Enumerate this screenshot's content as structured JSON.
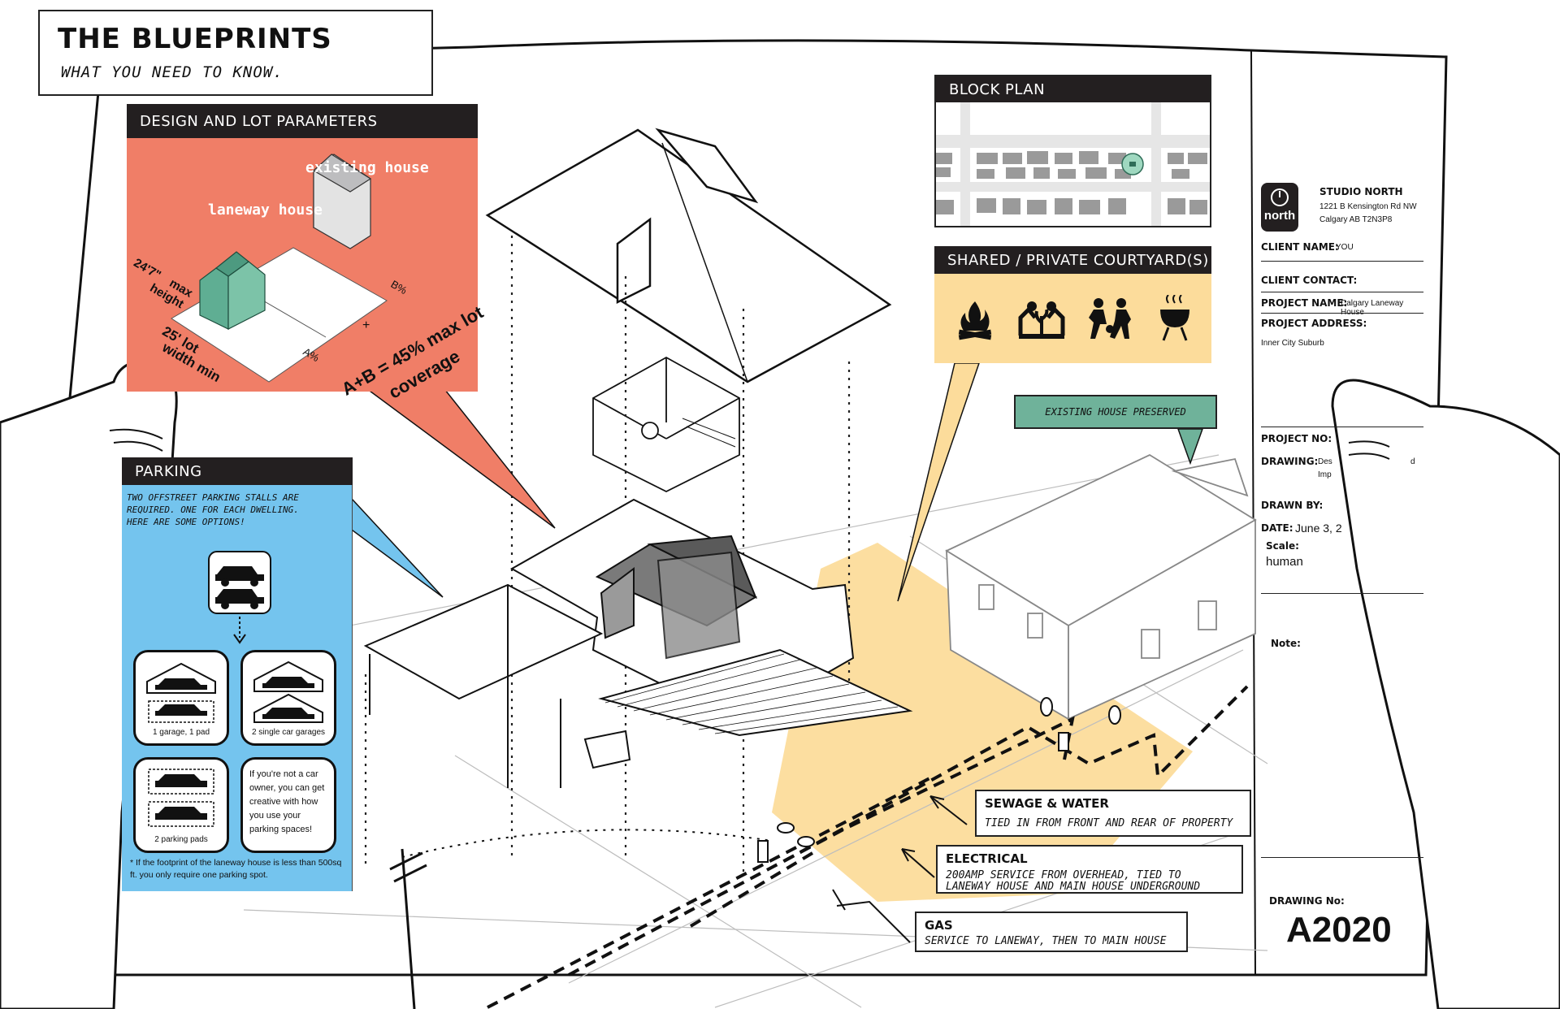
{
  "header": {
    "title": "THE BLUEPRINTS",
    "subtitle": "WHAT YOU NEED TO KNOW."
  },
  "lot_parameters": {
    "heading": "DESIGN AND LOT PARAMETERS",
    "existing_house": "existing house",
    "laneway_house": "laneway house",
    "height_value": "24'7\"",
    "height_label_1": "max",
    "height_label_2": "height",
    "width_value": "25' lot",
    "width_label": "width min",
    "area_a": "A%",
    "area_b": "B%",
    "plus": "+",
    "coverage_line_1": "A+B = 45% max lot",
    "coverage_line_2": "coverage"
  },
  "parking": {
    "heading": "PARKING",
    "intro": "TWO OFFSTREET PARKING STALLS ARE REQUIRED. ONE FOR EACH DWELLING. HERE ARE SOME OPTIONS!",
    "option_1": "1 garage, 1 pad",
    "option_2": "2 single car garages",
    "option_3": "2 parking pads",
    "tip": "If you're not a car owner, you can get creative with how you use your parking spaces!",
    "footnote": "* If the footprint of the laneway house is less than 500sq ft. you only require one parking spot."
  },
  "block_plan": {
    "heading": "BLOCK PLAN"
  },
  "courtyard": {
    "heading": "SHARED / PRIVATE COURTYARD(S)",
    "icons": [
      "campfire-icon",
      "garden-icon",
      "kids-playing-icon",
      "barbecue-icon"
    ]
  },
  "callouts": {
    "existing_house": "EXISTING HOUSE PRESERVED",
    "sewage_title": "SEWAGE & WATER",
    "sewage_text": "TIED IN FROM FRONT AND REAR OF PROPERTY",
    "electrical_title": "ELECTRICAL",
    "electrical_text_1": "200AMP SERVICE FROM OVERHEAD, TIED TO",
    "electrical_text_2": "LANEWAY HOUSE AND MAIN HOUSE UNDERGROUND",
    "gas_title": "GAS",
    "gas_text": "SERVICE TO LANEWAY, THEN TO MAIN HOUSE"
  },
  "title_block": {
    "logo_text": "north",
    "studio_name": "STUDIO NORTH",
    "address_1": "1221 B Kensington Rd NW",
    "address_2": "Calgary AB T2N3P8",
    "client_name_label": "CLIENT NAME:",
    "client_name_value": "YOU",
    "client_contact_label": "CLIENT CONTACT:",
    "project_name_label": "PROJECT NAME:",
    "project_name_value": "Calgary Laneway House",
    "project_address_label": "PROJECT ADDRESS:",
    "project_address_value": "Inner City Suburb",
    "project_no_label": "PROJECT NO:",
    "drawing_label": "DRAWING:",
    "drawing_value_1": "Des",
    "drawing_value_2": "Imp",
    "drawing_value_3": "d",
    "drawn_by_label": "DRAWN BY:",
    "date_label": "DATE:",
    "date_value": "June 3, 2",
    "scale_label": "Scale:",
    "scale_value": "human",
    "note_label": "Note:",
    "drawing_no_label": "DRAWING No:",
    "drawing_no_value": "A2020"
  },
  "colors": {
    "lot_panel": "#f07e67",
    "parking_panel": "#74c4ee",
    "courtyard": "#fcdc9b",
    "header_dark": "#231f20",
    "green_accent": "#5fae93",
    "callout_green": "#6fb29a"
  }
}
